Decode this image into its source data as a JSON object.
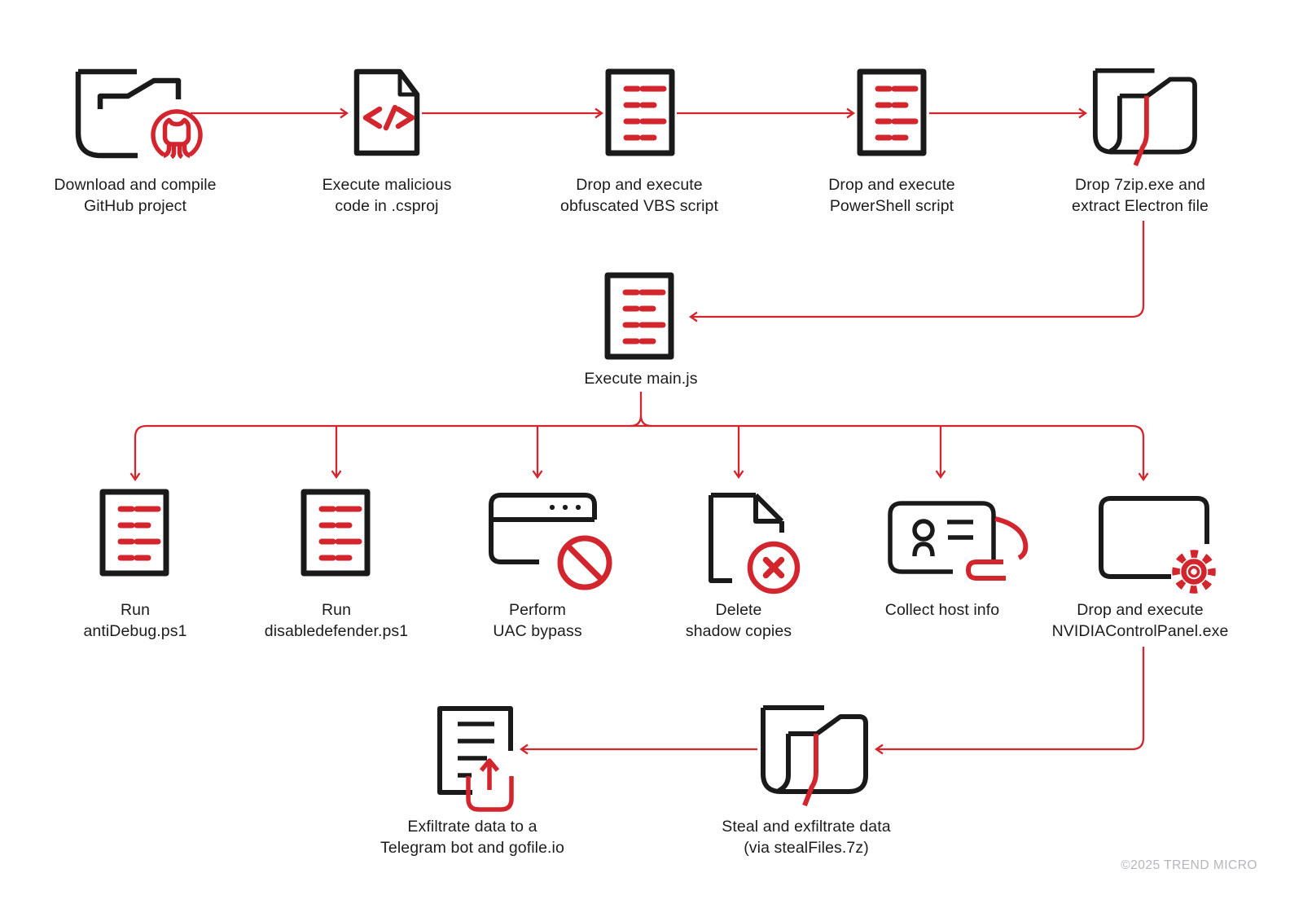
{
  "colors": {
    "accent_red": "#d2252d",
    "ink": "#1a1a1a",
    "copyright_gray": "#b4b6ba"
  },
  "copyright": "©2025 TREND MICRO",
  "nodes": [
    {
      "id": "github",
      "icon": "github-folder-icon",
      "lines": [
        "Download and compile",
        "GitHub project"
      ]
    },
    {
      "id": "csproj",
      "icon": "code-file-icon",
      "lines": [
        "Execute malicious",
        "code in .csproj"
      ]
    },
    {
      "id": "vbs",
      "icon": "script-file-icon",
      "lines": [
        "Drop and execute",
        "obfuscated VBS script"
      ]
    },
    {
      "id": "powershell",
      "icon": "script-file-icon",
      "lines": [
        "Drop and execute",
        "PowerShell script"
      ]
    },
    {
      "id": "sevenzip",
      "icon": "zip-folder-icon",
      "lines": [
        "Drop 7zip.exe and",
        "extract Electron file"
      ]
    },
    {
      "id": "mainjs",
      "icon": "script-file-icon",
      "lines": [
        "Execute main.js",
        ""
      ]
    },
    {
      "id": "antidebug",
      "icon": "script-file-icon",
      "lines": [
        "Run",
        "antiDebug.ps1"
      ]
    },
    {
      "id": "disabledefender",
      "icon": "script-file-icon",
      "lines": [
        "Run",
        "disabledefender.ps1"
      ]
    },
    {
      "id": "uac",
      "icon": "blocked-window-icon",
      "lines": [
        "Perform",
        "UAC bypass"
      ]
    },
    {
      "id": "shadow",
      "icon": "delete-file-icon",
      "lines": [
        "Delete",
        "shadow copies"
      ]
    },
    {
      "id": "hostinfo",
      "icon": "id-card-icon",
      "lines": [
        "Collect host info",
        ""
      ]
    },
    {
      "id": "nvidia",
      "icon": "app-gear-icon",
      "lines": [
        "Drop and execute",
        "NVIDIAControlPanel.exe"
      ]
    },
    {
      "id": "steal",
      "icon": "zip-folder-icon",
      "lines": [
        "Steal and exfiltrate data",
        "(via stealFiles.7z)"
      ]
    },
    {
      "id": "exfil",
      "icon": "upload-file-icon",
      "lines": [
        "Exfiltrate data to a",
        "Telegram bot and gofile.io"
      ]
    }
  ],
  "edges": [
    {
      "from": "github",
      "to": "csproj"
    },
    {
      "from": "csproj",
      "to": "vbs"
    },
    {
      "from": "vbs",
      "to": "powershell"
    },
    {
      "from": "powershell",
      "to": "sevenzip"
    },
    {
      "from": "sevenzip",
      "to": "mainjs"
    },
    {
      "from": "mainjs",
      "to": "antidebug"
    },
    {
      "from": "mainjs",
      "to": "disabledefender"
    },
    {
      "from": "mainjs",
      "to": "uac"
    },
    {
      "from": "mainjs",
      "to": "shadow"
    },
    {
      "from": "mainjs",
      "to": "hostinfo"
    },
    {
      "from": "mainjs",
      "to": "nvidia"
    },
    {
      "from": "nvidia",
      "to": "steal"
    },
    {
      "from": "steal",
      "to": "exfil"
    }
  ]
}
